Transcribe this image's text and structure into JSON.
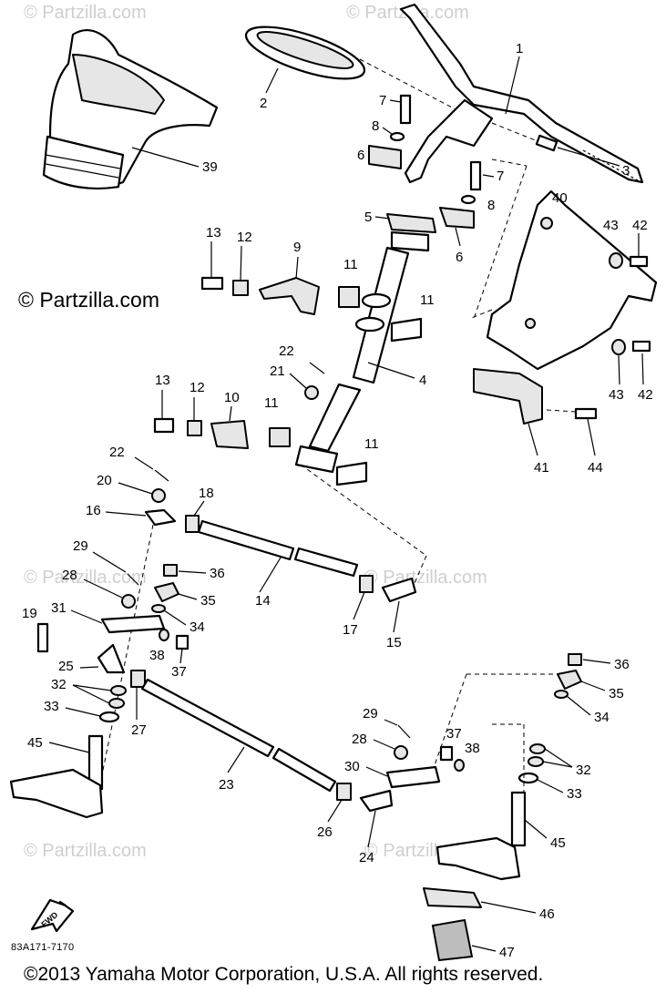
{
  "watermarks": {
    "site": "© Partzilla.com",
    "site_inline": "© Partzilla.com"
  },
  "diagram_code": "83A171-7170",
  "fwd_label": "FWD",
  "copyright": "©2013  Yamaha Motor Corporation, U.S.A. All rights reserved.",
  "labels": {
    "p1": "1",
    "p2": "2",
    "p3": "3",
    "p4": "4",
    "p5": "5",
    "p6a": "6",
    "p6b": "6",
    "p7a": "7",
    "p7b": "7",
    "p8a": "8",
    "p8b": "8",
    "p9": "9",
    "p10": "10",
    "p11a": "11",
    "p11b": "11",
    "p11c": "11",
    "p11d": "11",
    "p12a": "12",
    "p12b": "12",
    "p13a": "13",
    "p13b": "13",
    "p14": "14",
    "p15": "15",
    "p16": "16",
    "p17": "17",
    "p18": "18",
    "p19": "19",
    "p20": "20",
    "p21": "21",
    "p22a": "22",
    "p22b": "22",
    "p23": "23",
    "p24": "24",
    "p25": "25",
    "p26": "26",
    "p27": "27",
    "p28a": "28",
    "p28b": "28",
    "p29a": "29",
    "p29b": "29",
    "p30": "30",
    "p31": "31",
    "p32a": "32",
    "p32b": "32",
    "p33a": "33",
    "p33b": "33",
    "p34a": "34",
    "p34b": "34",
    "p35a": "35",
    "p35b": "35",
    "p36a": "36",
    "p36b": "36",
    "p37a": "37",
    "p37b": "37",
    "p38a": "38",
    "p38b": "38",
    "p39": "39",
    "p40": "40",
    "p41": "41",
    "p42a": "42",
    "p42b": "42",
    "p43a": "43",
    "p43b": "43",
    "p44": "44",
    "p45a": "45",
    "p45b": "45",
    "p46": "46",
    "p47": "47"
  }
}
